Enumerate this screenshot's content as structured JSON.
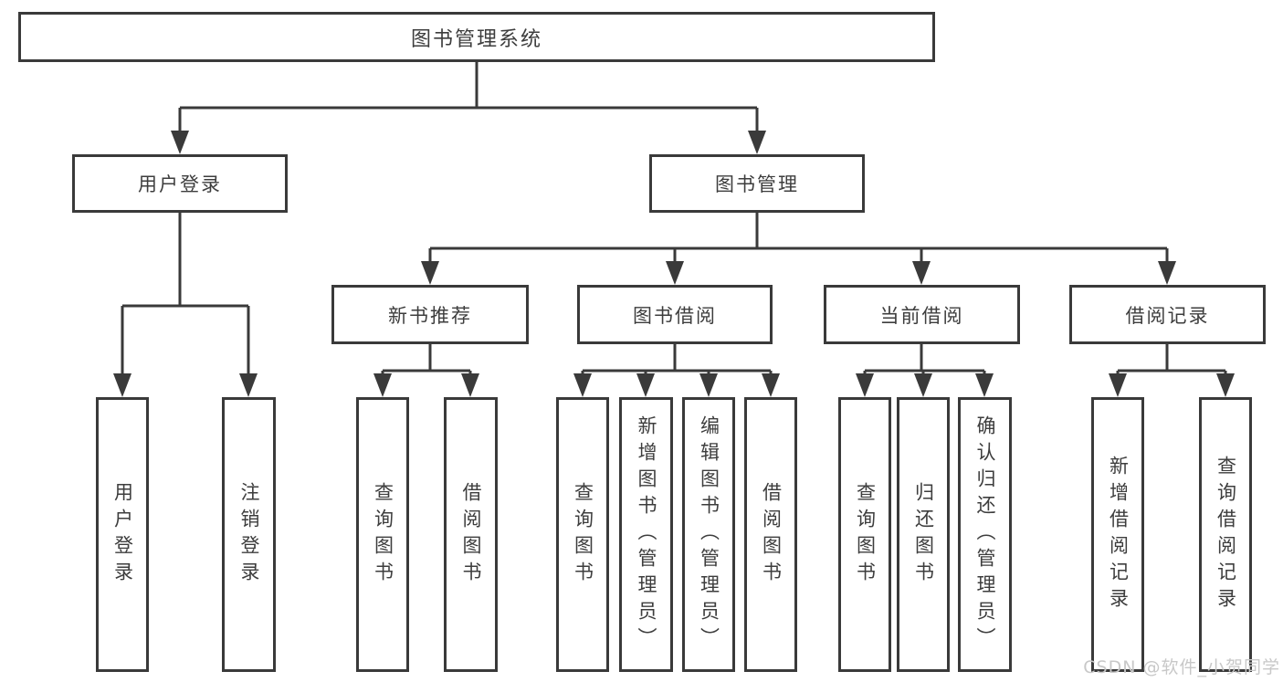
{
  "diagram": {
    "root": {
      "label": "图书管理系统"
    },
    "branches": {
      "login": {
        "label": "用户登录",
        "children": {
          "user_login": {
            "label": "用户登录"
          },
          "logout": {
            "label": "注销登录"
          }
        }
      },
      "manage": {
        "label": "图书管理",
        "children": {
          "recommend": {
            "label": "新书推荐",
            "children": {
              "query": {
                "label": "查询图书"
              },
              "borrow": {
                "label": "借阅图书"
              }
            }
          },
          "borrowing": {
            "label": "图书借阅",
            "children": {
              "query": {
                "label": "查询图书"
              },
              "add_admin": {
                "label": "新增图书（管理员）"
              },
              "edit_admin": {
                "label": "编辑图书（管理员）"
              },
              "borrow": {
                "label": "借阅图书"
              }
            }
          },
          "current": {
            "label": "当前借阅",
            "children": {
              "query": {
                "label": "查询图书"
              },
              "return": {
                "label": "归还图书"
              },
              "confirm_admin": {
                "label": "确认归还（管理员）"
              }
            }
          },
          "records": {
            "label": "借阅记录",
            "children": {
              "add": {
                "label": "新增借阅记录"
              },
              "query": {
                "label": "查询借阅记录"
              }
            }
          }
        }
      }
    }
  },
  "watermark": {
    "text": "CSDN @软件_小贺同学"
  },
  "colors": {
    "line": "#3a3a3a",
    "text": "#3d3d3d",
    "background": "#ffffff",
    "watermark": "#c8c8c8"
  }
}
